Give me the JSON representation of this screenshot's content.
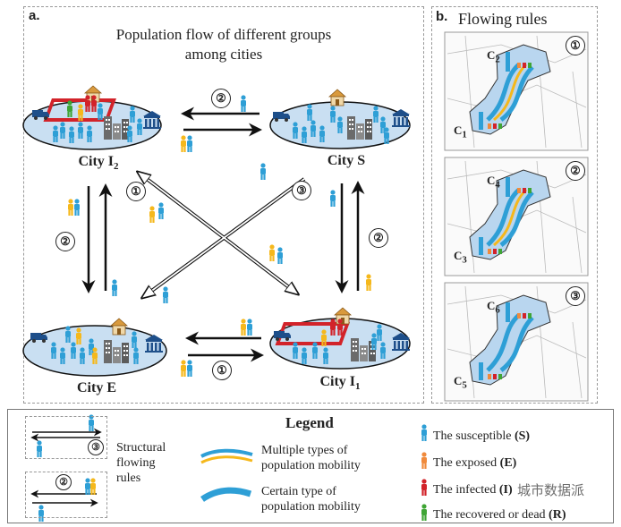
{
  "panel_a": {
    "label": "a.",
    "title_line1": "Population flow of different groups",
    "title_line2": "among cities"
  },
  "panel_b": {
    "label": "b.",
    "title": "Flowing rules",
    "rules": [
      {
        "number": "①",
        "top_city": "C",
        "top_sub": "2",
        "bottom_city": "C",
        "bottom_sub": "1"
      },
      {
        "number": "②",
        "top_city": "C",
        "top_sub": "4",
        "bottom_city": "C",
        "bottom_sub": "3"
      },
      {
        "number": "③",
        "top_city": "C",
        "top_sub": "6",
        "bottom_city": "C",
        "bottom_sub": "5"
      }
    ]
  },
  "cities": {
    "i2": {
      "name": "City I",
      "sub": "2"
    },
    "s": {
      "name": "City S",
      "sub": ""
    },
    "e": {
      "name": "City E",
      "sub": ""
    },
    "i1": {
      "name": "City I",
      "sub": "1"
    }
  },
  "rule_marks": {
    "top": "②",
    "left": "②",
    "right": "②",
    "bottom": "①",
    "diag1": "①",
    "diag3": "③"
  },
  "legend": {
    "title": "Legend",
    "structural_line1": "Structural",
    "structural_line2": "flowing",
    "structural_line3": "rules",
    "box1_mark": "③",
    "box2_mark": "②",
    "multiple_line1": "Multiple types of",
    "multiple_line2": "population mobility",
    "certain_line1": "Certain type of",
    "certain_line2": "population mobility",
    "groups": [
      {
        "label": "The susceptible ",
        "abbr": "(S)",
        "color": "#2e9fd6"
      },
      {
        "label": "The exposed ",
        "abbr": "(E)",
        "color": "#f08a3c"
      },
      {
        "label": "The infected ",
        "abbr": "(I)",
        "color": "#d2232a"
      },
      {
        "label": "The recovered or dead ",
        "abbr": "(R)",
        "color": "#3fa535"
      }
    ]
  },
  "watermark": "城市数据派",
  "colors": {
    "susceptible": "#2e9fd6",
    "exposed": "#f5b81c",
    "infected": "#d2232a",
    "recovered": "#3fa535",
    "city_fill": "#c9dff2",
    "map_fill": "#b9d6ef"
  }
}
